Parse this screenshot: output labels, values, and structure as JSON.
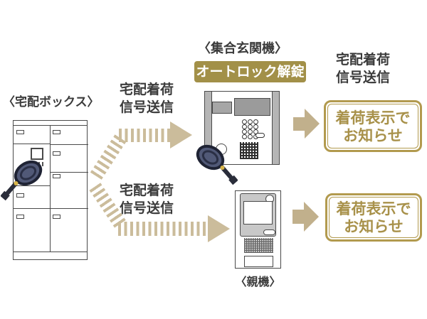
{
  "delivery_box": {
    "label": "〈宅配ボックス〉"
  },
  "entrance_unit": {
    "label": "〈集合玄関機〉",
    "autolock_badge": "オートロック解錠"
  },
  "parent_unit": {
    "label": "〈親機〉"
  },
  "signals": {
    "to_entrance": {
      "line1": "宅配着荷",
      "line2": "信号送信"
    },
    "to_parent": {
      "line1": "宅配着荷",
      "line2": "信号送信"
    },
    "to_resident": {
      "line1": "宅配着荷",
      "line2": "信号送信"
    }
  },
  "notices": {
    "entrance": {
      "line1": "着荷表示で",
      "line2": "お知らせ"
    },
    "parent": {
      "line1": "着荷表示で",
      "line2": "お知らせ"
    }
  },
  "colors": {
    "arrow_tan": "#cbbc9b",
    "arrow_solid": "#c1b08c",
    "gold_badge": "#a29048",
    "notice_gold": "#a8914a",
    "notice_border": "#b29a4e",
    "text_dark": "#3b3b3b"
  }
}
